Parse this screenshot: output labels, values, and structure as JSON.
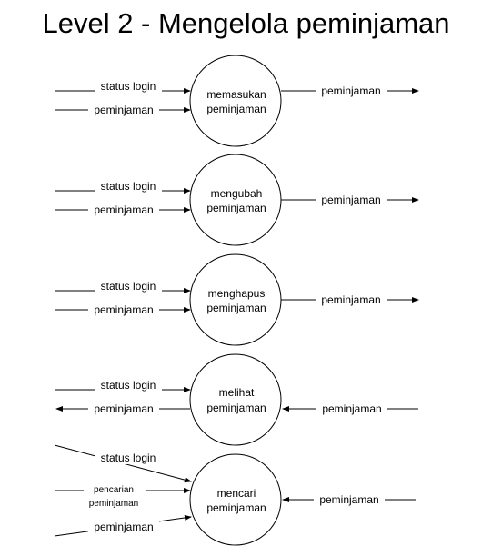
{
  "title": "Level 2 - Mengelola peminjaman",
  "processes": [
    {
      "line1": "memasukan",
      "line2": "peminjaman"
    },
    {
      "line1": "mengubah",
      "line2": "peminjaman"
    },
    {
      "line1": "menghapus",
      "line2": "peminjaman"
    },
    {
      "line1": "melihat",
      "line2": "peminjaman"
    },
    {
      "line1": "mencari",
      "line2": "peminjaman"
    }
  ],
  "flows": {
    "p1": {
      "in1": "status login",
      "in2": "peminjaman",
      "out": "peminjaman"
    },
    "p2": {
      "in1": "status login",
      "in2": "peminjaman",
      "out": "peminjaman"
    },
    "p3": {
      "in1": "status login",
      "in2": "peminjaman",
      "out": "peminjaman"
    },
    "p4": {
      "in1": "status login",
      "out_left": "peminjaman",
      "in_right": "peminjaman"
    },
    "p5": {
      "in1": "status login",
      "in2_line1": "pencarian",
      "in2_line2": "peminjaman",
      "in3": "peminjaman",
      "in_right": "peminjaman"
    }
  }
}
